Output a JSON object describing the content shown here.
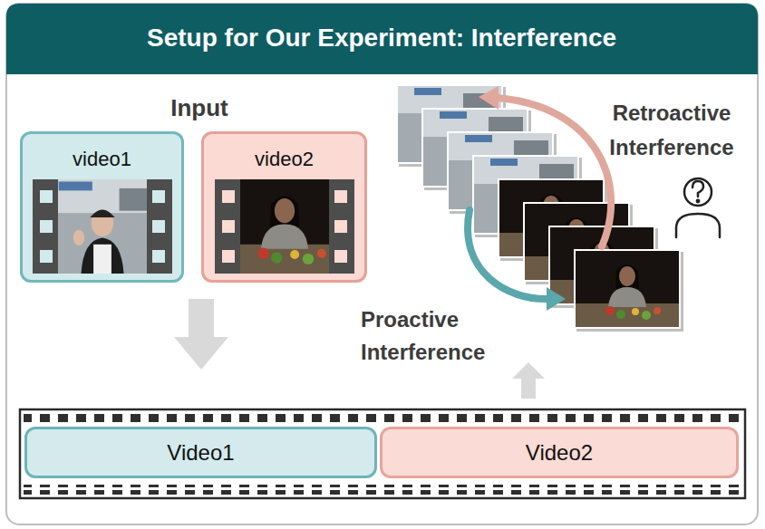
{
  "diagram": {
    "title": "Setup for Our Experiment: Interference",
    "nodes": [
      {
        "text": [
          "video1"
        ]
      },
      {
        "text": [
          "video2"
        ]
      },
      {
        "text": [
          "Video1"
        ]
      },
      {
        "text": [
          "Video2"
        ]
      }
    ],
    "labels": [
      "Input",
      "Retroactive Interference",
      "Proactive Interference"
    ]
  }
}
